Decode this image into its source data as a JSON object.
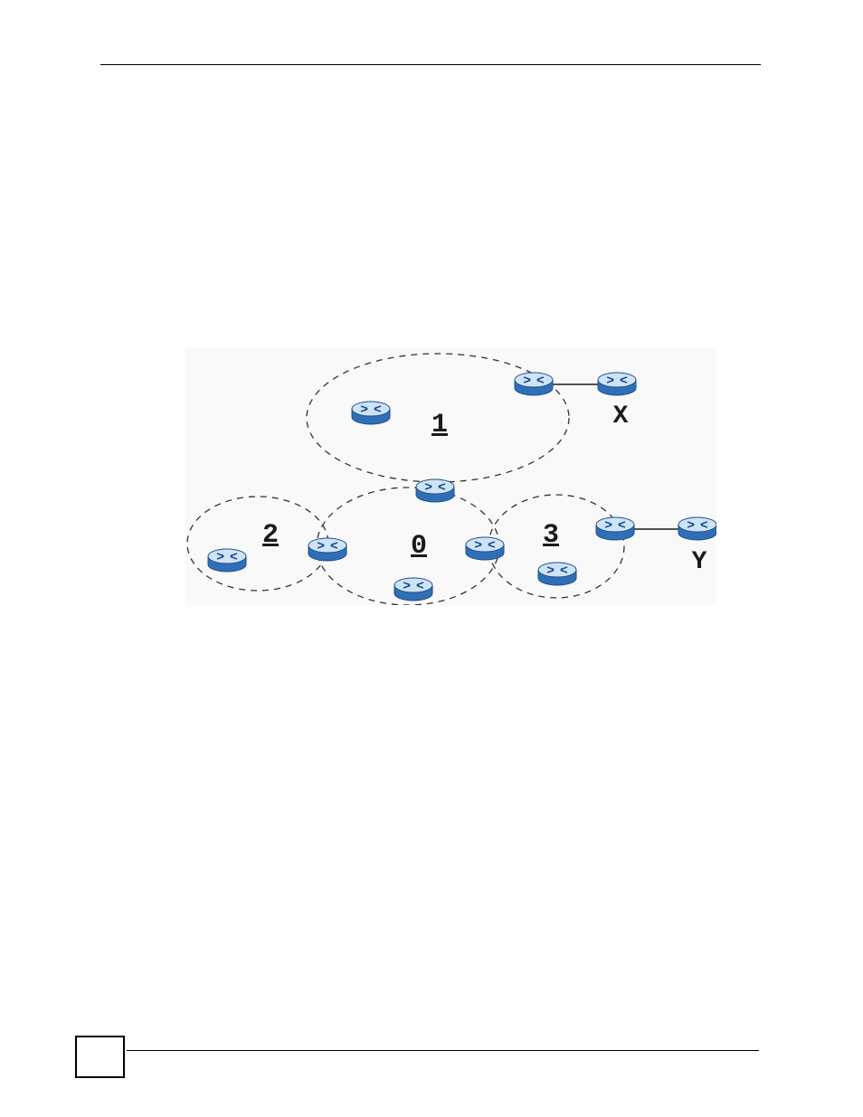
{
  "diagram": {
    "areas": [
      {
        "id": "area-1",
        "label": "1"
      },
      {
        "id": "area-2",
        "label": "2"
      },
      {
        "id": "area-0",
        "label": "0"
      },
      {
        "id": "area-3",
        "label": "3"
      }
    ],
    "external_networks": [
      {
        "id": "network-x",
        "label": "X"
      },
      {
        "id": "network-y",
        "label": "Y"
      }
    ],
    "routers": [
      "router-area1-internal",
      "router-area1-asbr",
      "router-network-x",
      "router-abr-0-1",
      "router-area2-internal",
      "router-abr-0-2",
      "router-area0-internal",
      "router-abr-0-3",
      "router-area3-internal",
      "router-area3-asbr",
      "router-network-y"
    ],
    "colors": {
      "router_top": "#cfe3f7",
      "router_body": "#2f6fb6",
      "router_edge": "#1d4f8f",
      "router_arrows": "#1d4f8f",
      "boundary": "#333333",
      "background": "#f9f9f9"
    }
  }
}
